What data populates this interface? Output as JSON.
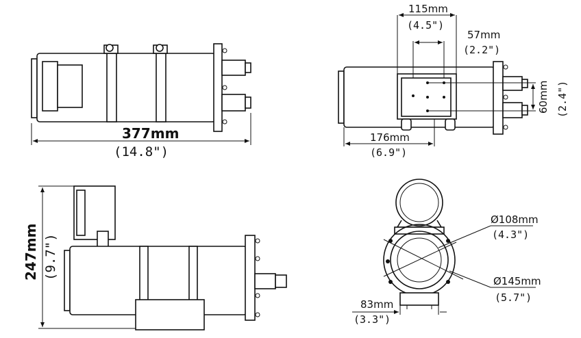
{
  "views": {
    "side_top": {
      "length": {
        "mm": "377mm",
        "inch": "(14.8\")"
      }
    },
    "side_right": {
      "bracket_width": {
        "mm": "115mm",
        "inch": "(4.5\")"
      },
      "hole_spacing_x": {
        "mm": "57mm",
        "inch": "(2.2\")"
      },
      "hole_spacing_y": {
        "mm": "60mm",
        "inch": "(2.4\")"
      },
      "offset": {
        "mm": "176mm",
        "inch": "(6.9\")"
      }
    },
    "side_bottom": {
      "height": {
        "mm": "247mm",
        "inch": "(9.7\")"
      }
    },
    "front": {
      "inner_diameter": {
        "mm": "Ø108mm",
        "inch": "(4.3\")"
      },
      "outer_diameter": {
        "mm": "Ø145mm",
        "inch": "(5.7\")"
      },
      "base_width": {
        "mm": "83mm",
        "inch": "(3.3\")"
      }
    }
  }
}
